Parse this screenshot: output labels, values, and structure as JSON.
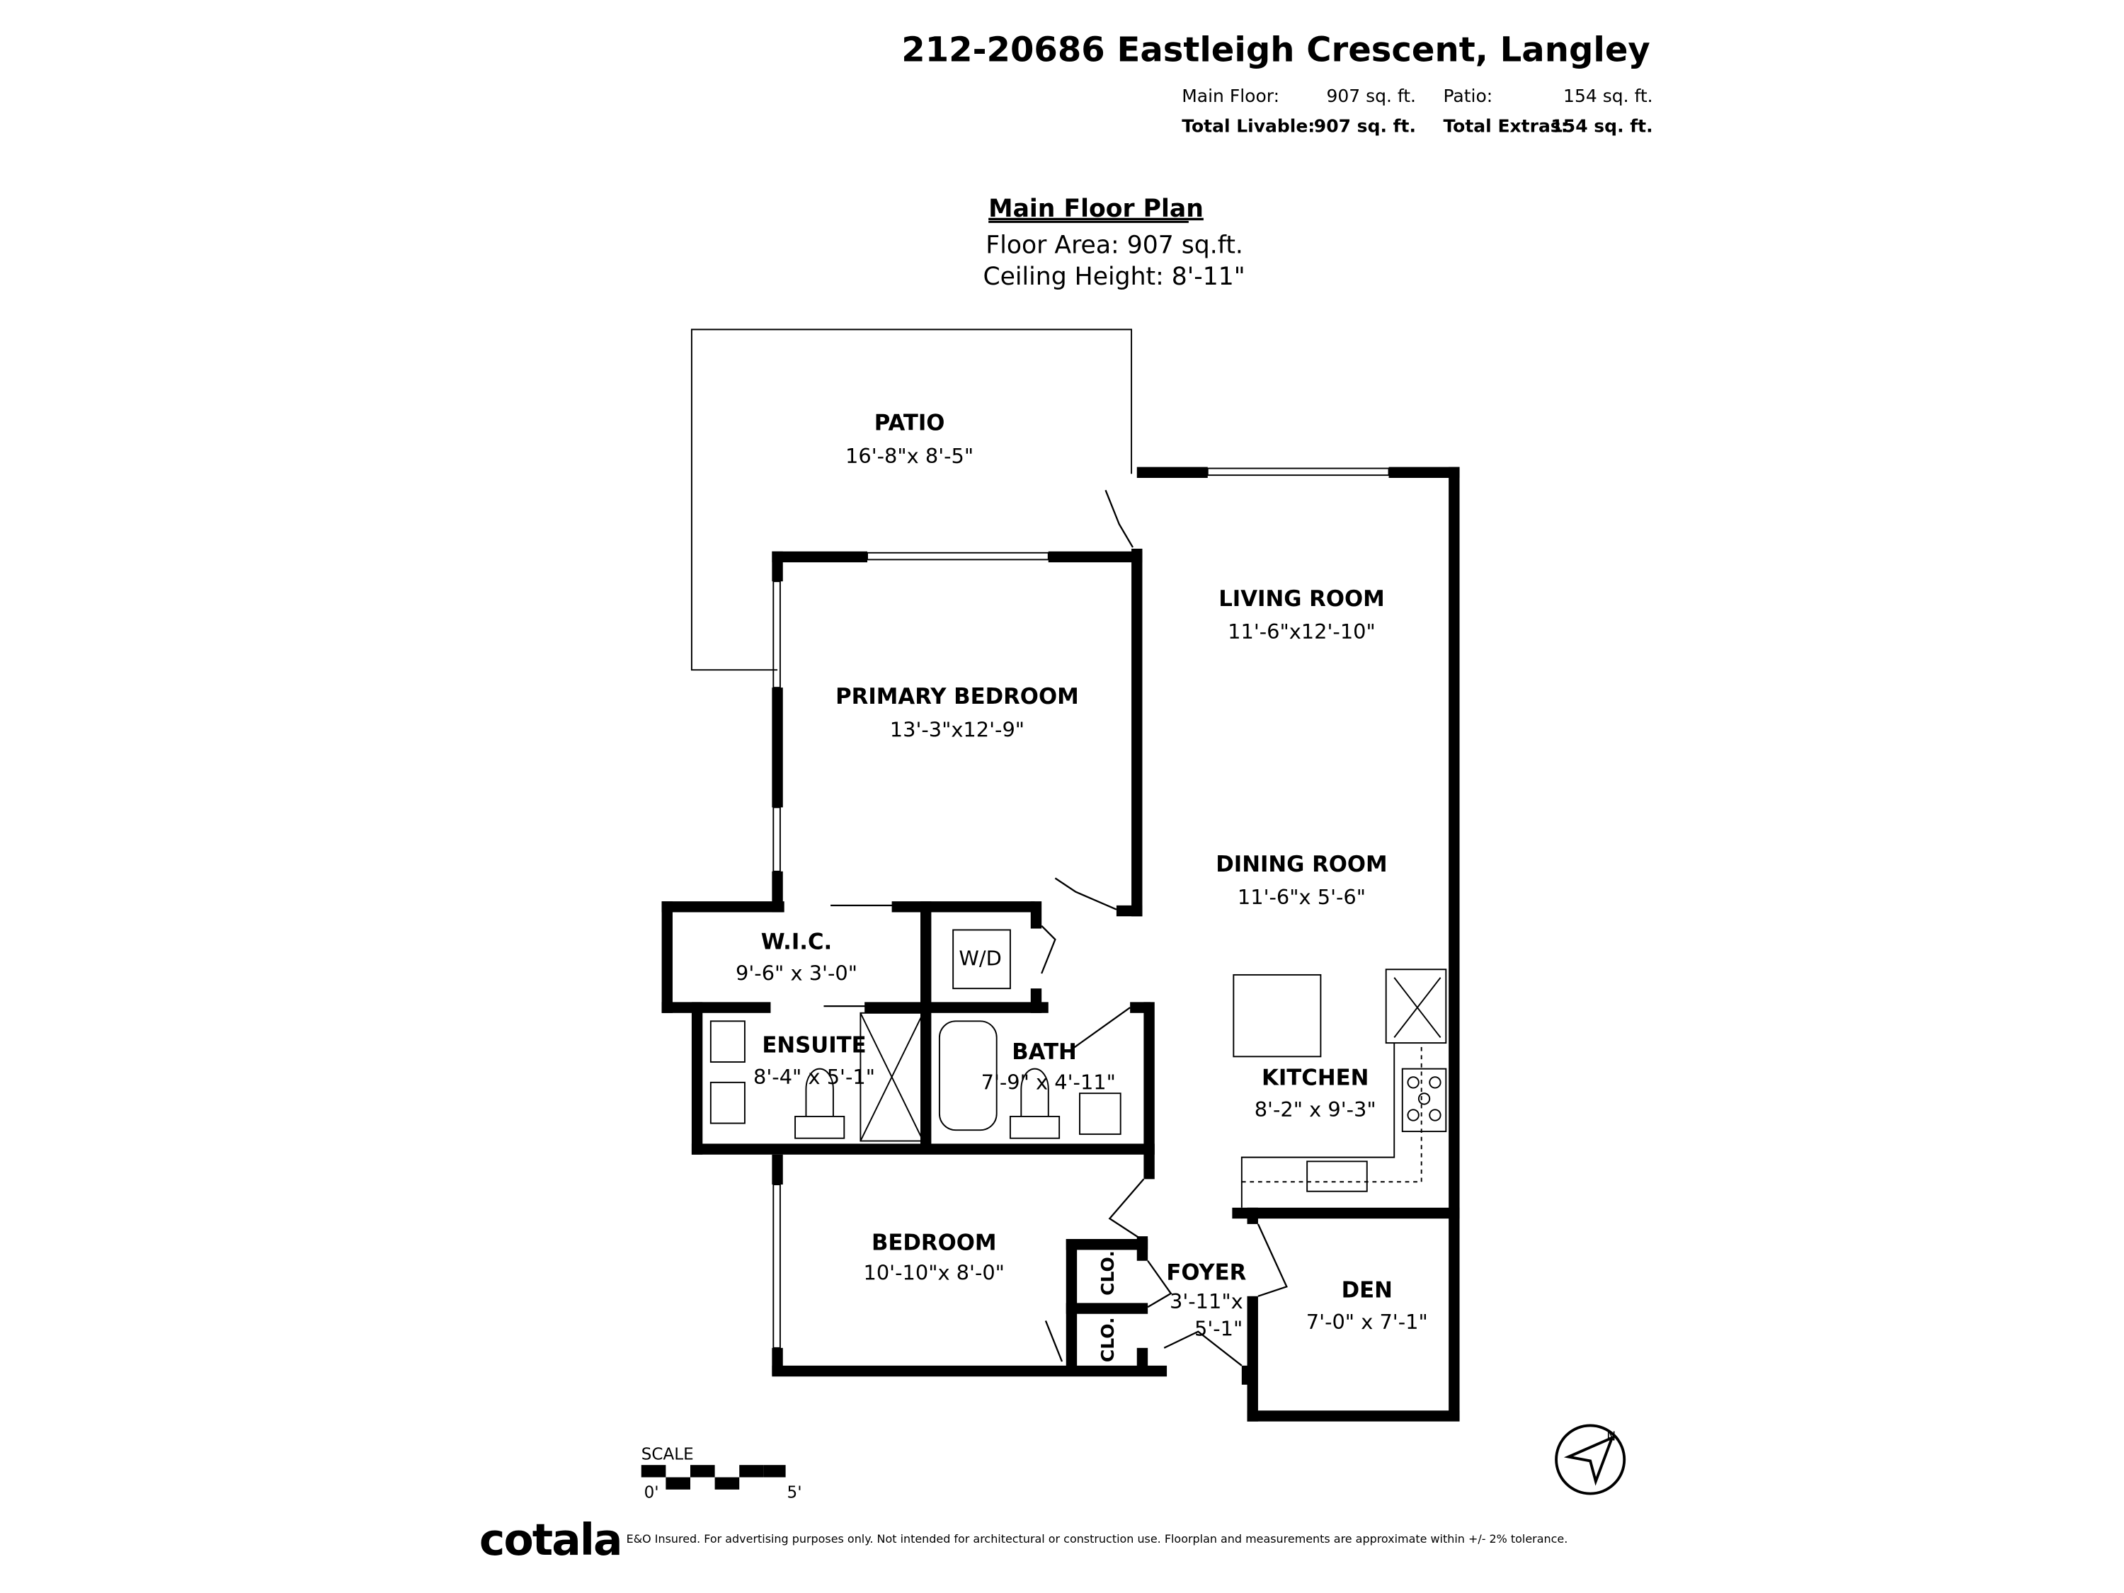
{
  "header": {
    "address": "212-20686 Eastleigh Crescent, Langley",
    "main_floor_label": "Main Floor:",
    "main_floor_value": "907 sq. ft.",
    "patio_label": "Patio:",
    "patio_value": "154 sq. ft.",
    "total_livable_label": "Total Livable:",
    "total_livable_value": "907 sq. ft.",
    "total_extras_label": "Total Extras:",
    "total_extras_value": "154 sq. ft."
  },
  "plan": {
    "title": "Main Floor Plan",
    "floor_area": "Floor Area:  907 sq.ft.",
    "ceiling_height": "Ceiling Height: 8'-11\""
  },
  "rooms": [
    {
      "name": "PATIO",
      "size": "16'-8\"x 8'-5\""
    },
    {
      "name": "LIVING ROOM",
      "size": "11'-6\"x12'-10\""
    },
    {
      "name": "PRIMARY BEDROOM",
      "size": "13'-3\"x12'-9\""
    },
    {
      "name": "DINING ROOM",
      "size": "11'-6\"x 5'-6\""
    },
    {
      "name": "W.I.C.",
      "size": "9'-6\" x 3'-0\""
    },
    {
      "name": "ENSUITE",
      "size": "8'-4\" x 5'-1\""
    },
    {
      "name": "BATH",
      "size": "7'-9\" x 4'-11\""
    },
    {
      "name": "KITCHEN",
      "size": "8'-2\" x 9'-3\""
    },
    {
      "name": "BEDROOM",
      "size": "10'-10\"x 8'-0\""
    },
    {
      "name": "FOYER",
      "size": "3'-11\"x",
      "size2": "5'-1\""
    },
    {
      "name": "DEN",
      "size": "7'-0\" x 7'-1\""
    }
  ],
  "fixtures": {
    "washer_dryer": "W/D",
    "closet": "CLO."
  },
  "scale": {
    "label": "SCALE",
    "start": "0'",
    "end": "5'"
  },
  "compass": {
    "icon": "north-arrow-icon",
    "letter": "N"
  },
  "footer": {
    "logo": "cotala",
    "disclaimer": "E&O Insured. For advertising purposes only. Not intended for architectural or construction use. Floorplan and measurements are approximate within +/- 2% tolerance."
  }
}
